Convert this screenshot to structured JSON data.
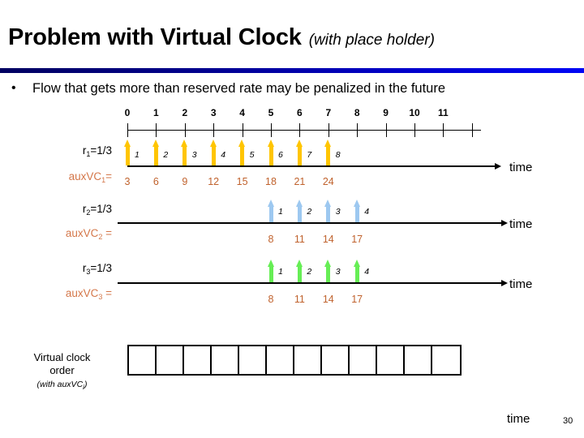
{
  "slide": {
    "title": "Problem with Virtual Clock",
    "title_suffix": "(with place holder)",
    "bullet_marker": "•",
    "bullet_text": "Flow that gets more than reserved rate may be penalized in the future",
    "page_number": "30",
    "footer_time_label": "time",
    "accent_rule_color_left": "#000060",
    "accent_rule_color_right": "#0007f5"
  },
  "ruler": {
    "ticks": [
      "0",
      "1",
      "2",
      "3",
      "4",
      "5",
      "6",
      "7",
      "8",
      "9",
      "10",
      "11"
    ],
    "labeled_ticks": [
      "0",
      "1",
      "2",
      "3",
      "4",
      "5",
      "6",
      "7",
      "8",
      "9",
      "10",
      "11"
    ]
  },
  "flows": [
    {
      "id": "flow1",
      "rate_label": "r",
      "rate_sub": "1",
      "rate_value": "=1/3",
      "aux_label": "auxVC",
      "aux_sub": "1",
      "aux_value": "=",
      "arrow_color": "#FFC500",
      "time_label": "time",
      "packets": [
        {
          "index": "1",
          "tick": 0,
          "auxvc": "3"
        },
        {
          "index": "2",
          "tick": 1,
          "auxvc": "6"
        },
        {
          "index": "3",
          "tick": 2,
          "auxvc": "9"
        },
        {
          "index": "4",
          "tick": 3,
          "auxvc": "12"
        },
        {
          "index": "5",
          "tick": 4,
          "auxvc": "15"
        },
        {
          "index": "6",
          "tick": 5,
          "auxvc": "18"
        },
        {
          "index": "7",
          "tick": 6,
          "auxvc": "21"
        },
        {
          "index": "8",
          "tick": 7,
          "auxvc": "24"
        }
      ]
    },
    {
      "id": "flow2",
      "rate_label": "r",
      "rate_sub": "2",
      "rate_value": "=1/3",
      "aux_label": "auxVC",
      "aux_sub": "2",
      "aux_value": " =",
      "arrow_color": "#9DC8F0",
      "time_label": "time",
      "packets": [
        {
          "index": "1",
          "tick": 5,
          "auxvc": "8"
        },
        {
          "index": "2",
          "tick": 6,
          "auxvc": "11"
        },
        {
          "index": "3",
          "tick": 7,
          "auxvc": "14"
        },
        {
          "index": "4",
          "tick": 8,
          "auxvc": "17"
        }
      ]
    },
    {
      "id": "flow3",
      "rate_label": "r",
      "rate_sub": "3",
      "rate_value": "=1/3",
      "aux_label": "auxVC",
      "aux_sub": "3",
      "aux_value": " =",
      "arrow_color": "#66EE55",
      "time_label": "time",
      "packets": [
        {
          "index": "1",
          "tick": 5,
          "auxvc": "8"
        },
        {
          "index": "2",
          "tick": 6,
          "auxvc": "11"
        },
        {
          "index": "3",
          "tick": 7,
          "auxvc": "14"
        },
        {
          "index": "4",
          "tick": 8,
          "auxvc": "17"
        }
      ]
    }
  ],
  "virtual_clock_order": {
    "label_line1": "Virtual clock",
    "label_line2": "order",
    "label_note_prefix": "(with auxVC",
    "label_note_sub": "i",
    "label_note_suffix": ")",
    "cell_count": 12,
    "cells": [
      "",
      "",
      "",
      "",
      "",
      "",
      "",
      "",
      "",
      "",
      "",
      ""
    ]
  }
}
